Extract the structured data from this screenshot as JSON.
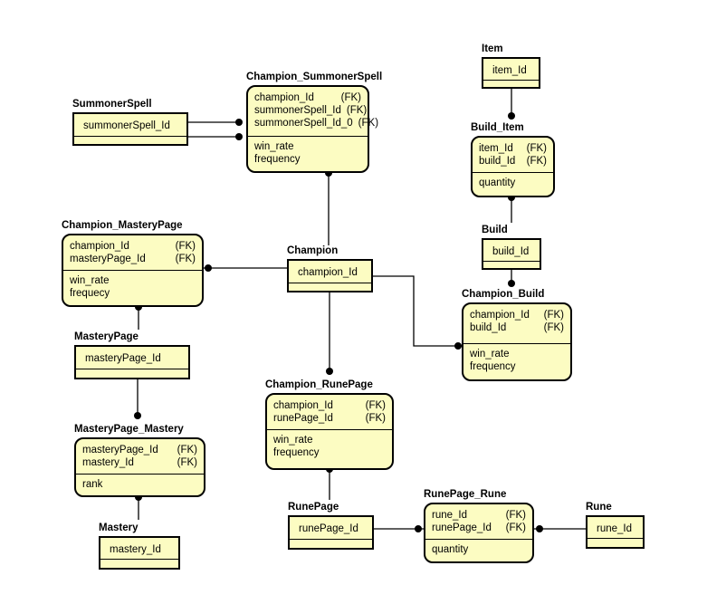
{
  "diagram": {
    "background_color": "#FFFFFF",
    "entity_fill_color": "#FCFCC2",
    "entity_border_color": "#000000",
    "connector_color": "#000000",
    "fk_label": "(FK)"
  },
  "entities": {
    "summonerspell": {
      "title": "SummonerSpell",
      "key1": "summonerSpell_Id"
    },
    "item": {
      "title": "Item",
      "key1": "item_Id"
    },
    "build": {
      "title": "Build",
      "key1": "build_Id"
    },
    "champion": {
      "title": "Champion",
      "key1": "champion_Id"
    },
    "masterypage": {
      "title": "MasteryPage",
      "key1": "masteryPage_Id"
    },
    "mastery": {
      "title": "Mastery",
      "key1": "mastery_Id"
    },
    "runepage": {
      "title": "RunePage",
      "key1": "runePage_Id"
    },
    "rune": {
      "title": "Rune",
      "key1": "rune_Id"
    },
    "champion_summonerspell": {
      "title": "Champion_SummonerSpell",
      "k1": "champion_Id",
      "k1fk": "(FK)",
      "k2": "summonerSpell_Id",
      "k2fk": "(FK)",
      "k3": "summonerSpell_Id_0",
      "k3fk": "(FK)",
      "a1": "win_rate",
      "a2": "frequency"
    },
    "champion_masterypage": {
      "title": "Champion_MasteryPage",
      "k1": "champion_Id",
      "k1fk": "(FK)",
      "k2": "masteryPage_Id",
      "k2fk": "(FK)",
      "a1": "win_rate",
      "a2": "frequecy"
    },
    "build_item": {
      "title": "Build_Item",
      "k1": "item_Id",
      "k1fk": "(FK)",
      "k2": "build_Id",
      "k2fk": "(FK)",
      "a1": "quantity"
    },
    "champion_build": {
      "title": "Champion_Build",
      "k1": "champion_Id",
      "k1fk": "(FK)",
      "k2": "build_Id",
      "k2fk": "(FK)",
      "a1": "win_rate",
      "a2": "frequency"
    },
    "champion_runepage": {
      "title": "Champion_RunePage",
      "k1": "champion_Id",
      "k1fk": "(FK)",
      "k2": "runePage_Id",
      "k2fk": "(FK)",
      "a1": "win_rate",
      "a2": "frequency"
    },
    "masterypage_mastery": {
      "title": "MasteryPage_Mastery",
      "k1": "masteryPage_Id",
      "k1fk": "(FK)",
      "k2": "mastery_Id",
      "k2fk": "(FK)",
      "a1": "rank"
    },
    "runepage_rune": {
      "title": "RunePage_Rune",
      "k1": "rune_Id",
      "k1fk": "(FK)",
      "k2": "runePage_Id",
      "k2fk": "(FK)",
      "a1": "quantity"
    }
  },
  "relationships": [
    {
      "parent": "SummonerSpell",
      "child": "Champion_SummonerSpell"
    },
    {
      "parent": "SummonerSpell",
      "child": "Champion_SummonerSpell"
    },
    {
      "parent": "Champion",
      "child": "Champion_SummonerSpell"
    },
    {
      "parent": "Champion",
      "child": "Champion_MasteryPage"
    },
    {
      "parent": "Champion",
      "child": "Champion_Build"
    },
    {
      "parent": "Champion",
      "child": "Champion_RunePage"
    },
    {
      "parent": "MasteryPage",
      "child": "Champion_MasteryPage"
    },
    {
      "parent": "MasteryPage",
      "child": "MasteryPage_Mastery"
    },
    {
      "parent": "Mastery",
      "child": "MasteryPage_Mastery"
    },
    {
      "parent": "Item",
      "child": "Build_Item"
    },
    {
      "parent": "Build",
      "child": "Build_Item"
    },
    {
      "parent": "Build",
      "child": "Champion_Build"
    },
    {
      "parent": "RunePage",
      "child": "Champion_RunePage"
    },
    {
      "parent": "RunePage",
      "child": "RunePage_Rune"
    },
    {
      "parent": "Rune",
      "child": "RunePage_Rune"
    }
  ]
}
